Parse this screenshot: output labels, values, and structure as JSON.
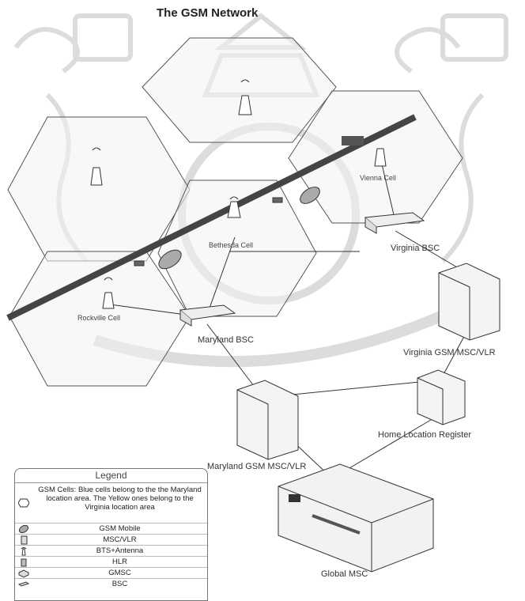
{
  "title": "The GSM Network",
  "cells": {
    "rockville": "Rockville Cell",
    "bethesda": "Bethesda Cell",
    "vienna": "Vienna Cell"
  },
  "nodes": {
    "virginia_bsc": "Virginia BSC",
    "maryland_bsc": "Maryland BSC",
    "virginia_msc": "Virginia GSM MSC/VLR",
    "hlr": "Home Location Register",
    "maryland_msc": "Maryland GSM MSC/VLR",
    "global_msc": "Global MSC"
  },
  "legend": {
    "title": "Legend",
    "cells_desc": "GSM Cells: Blue cells belong to the the Maryland location area. The Yellow ones belong to the Virginia location area",
    "items": [
      {
        "icon": "mobile-icon",
        "label": "GSM Mobile"
      },
      {
        "icon": "msc-vlr-icon",
        "label": "MSC/VLR"
      },
      {
        "icon": "bts-antenna-icon",
        "label": "BTS+Antenna"
      },
      {
        "icon": "hlr-icon",
        "label": "HLR"
      },
      {
        "icon": "gmsc-icon",
        "label": "GMSC"
      },
      {
        "icon": "bsc-icon",
        "label": "BSC"
      }
    ]
  },
  "colors": {
    "cell_fill": "#f2f2f2",
    "cell_stroke": "#444444",
    "road": "#444444",
    "watermark": "#d9d9d9"
  }
}
